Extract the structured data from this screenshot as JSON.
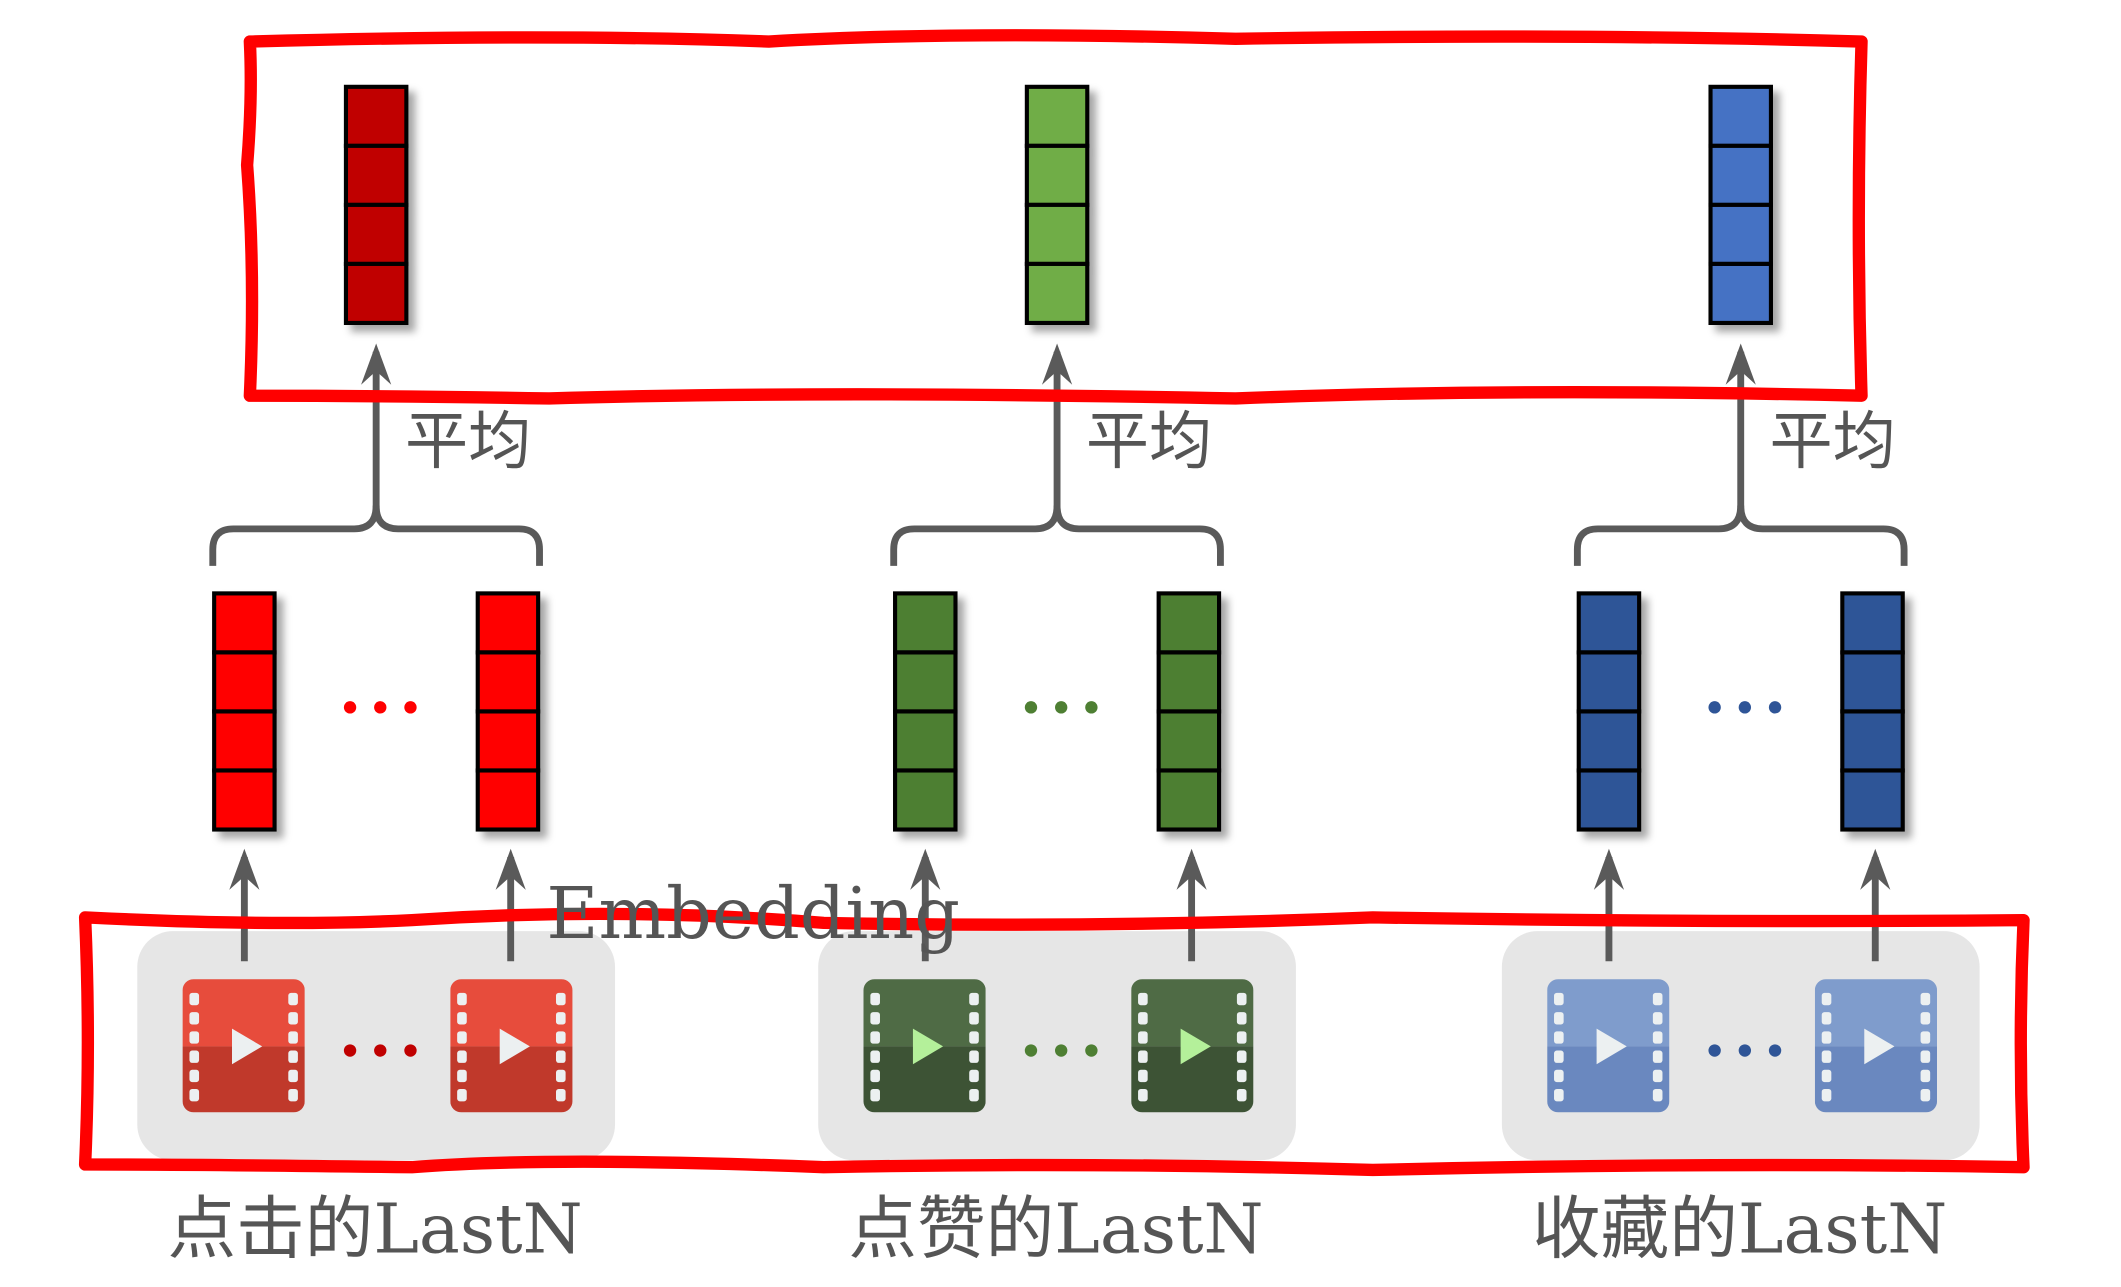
{
  "embedding_label": "Embedding",
  "dots": "…",
  "groups": [
    {
      "id": "click",
      "label": "点击的LastN",
      "avg_label": "平均",
      "colors": {
        "top": "#c00000",
        "mid": "#ff0000",
        "dots": "#c00000",
        "mid_dots": "#ff0000",
        "film_top": "#e74c3c",
        "film_bottom": "#c0392b",
        "play": "#ecf0f1"
      }
    },
    {
      "id": "like",
      "label": "点赞的LastN",
      "avg_label": "平均",
      "colors": {
        "top": "#70ad47",
        "mid": "#4e7f33",
        "dots": "#4e7f33",
        "mid_dots": "#4e7f33",
        "film_top": "#4f6b45",
        "film_bottom": "#3d5335",
        "play": "#b4f09a"
      }
    },
    {
      "id": "favorite",
      "label": "收藏的LastN",
      "avg_label": "平均",
      "colors": {
        "top": "#4472c4",
        "mid": "#2f5597",
        "dots": "#2f5597",
        "mid_dots": "#2f5597",
        "film_top": "#7f9ccc",
        "film_bottom": "#6a88bf",
        "play": "#ecf0f1"
      }
    }
  ],
  "highlight_color": "#ff0000",
  "arrow_color": "#5a5a5a",
  "panel_color": "#e6e6e6"
}
